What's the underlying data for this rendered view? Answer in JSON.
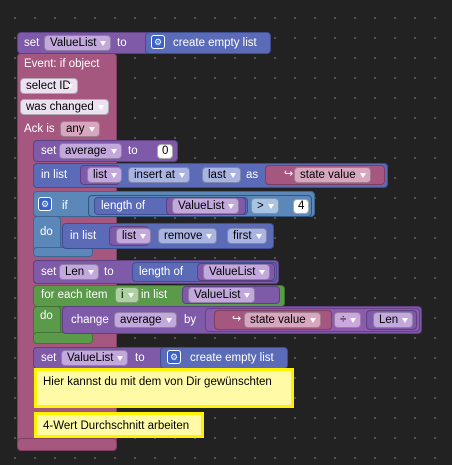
{
  "workspace": {
    "b1": {
      "set": "set",
      "var": "ValueList",
      "to": "to",
      "create": "create empty list"
    },
    "event": {
      "label": "Event: if object",
      "select": "select ID",
      "changed": "was changed",
      "ack_label": "Ack is",
      "ack_value": "any"
    },
    "b2": {
      "set": "set",
      "var": "average",
      "to": "to",
      "num": "0"
    },
    "b3": {
      "in_list": "in list",
      "var": "list",
      "op": "insert at",
      "pos": "last",
      "as": "as",
      "state": "state value"
    },
    "b4": {
      "if": "if",
      "length_of": "length of",
      "var": "ValueList",
      "cmp": ">",
      "num": "4",
      "do": "do"
    },
    "b5": {
      "in_list": "in list",
      "var": "list",
      "op": "remove",
      "pos": "first"
    },
    "b6": {
      "set": "set",
      "var": "Len",
      "to": "to",
      "length_of": "length of",
      "list": "ValueList"
    },
    "b7": {
      "for_each": "for each item",
      "var": "i",
      "in_list": "in list",
      "list": "ValueList",
      "do": "do"
    },
    "b8": {
      "change": "change",
      "var": "average",
      "by": "by",
      "state": "state value",
      "op": "÷",
      "div": "Len"
    },
    "b9": {
      "set": "set",
      "var": "ValueList",
      "to": "to",
      "create": "create empty list"
    },
    "comment1": "Hier kannst du mit dem von Dir gewünschten",
    "comment2": "4-Wert Durchschnitt arbeiten"
  },
  "colors": {
    "event": "#a5577f",
    "variable": "#7e5aa8",
    "list": "#5b6bb8",
    "logic": "#5b88b8",
    "loop": "#5a9a4a",
    "math": "#8c5bab",
    "note_border": "#fef200"
  },
  "icons": {
    "gear": "gear-icon",
    "state": "return-arrow-icon",
    "dropdown": "triangle-down-icon"
  }
}
